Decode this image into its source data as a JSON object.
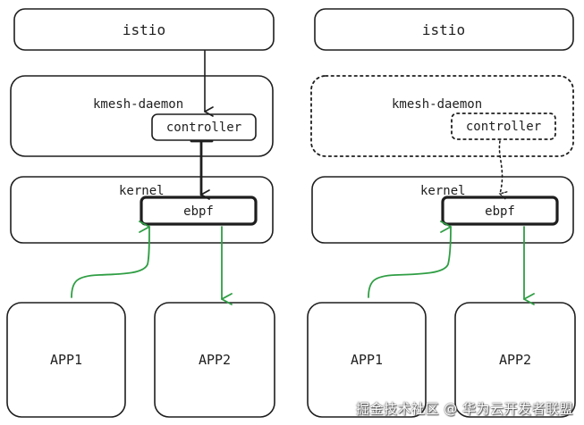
{
  "diagram": {
    "left": {
      "istio": "istio",
      "daemon": "kmesh-daemon",
      "controller": "controller",
      "kernel": "kernel",
      "ebpf": "ebpf",
      "app1": "APP1",
      "app2": "APP2"
    },
    "right": {
      "istio": "istio",
      "daemon": "kmesh-daemon",
      "controller": "controller",
      "kernel": "kernel",
      "ebpf": "ebpf",
      "app1": "APP1",
      "app2": "APP2"
    },
    "colors": {
      "stroke": "#1e1e1e",
      "green_arrow": "#2f9e44"
    }
  },
  "watermark": "掘金技术社区 @ 华为云开发者联盟"
}
